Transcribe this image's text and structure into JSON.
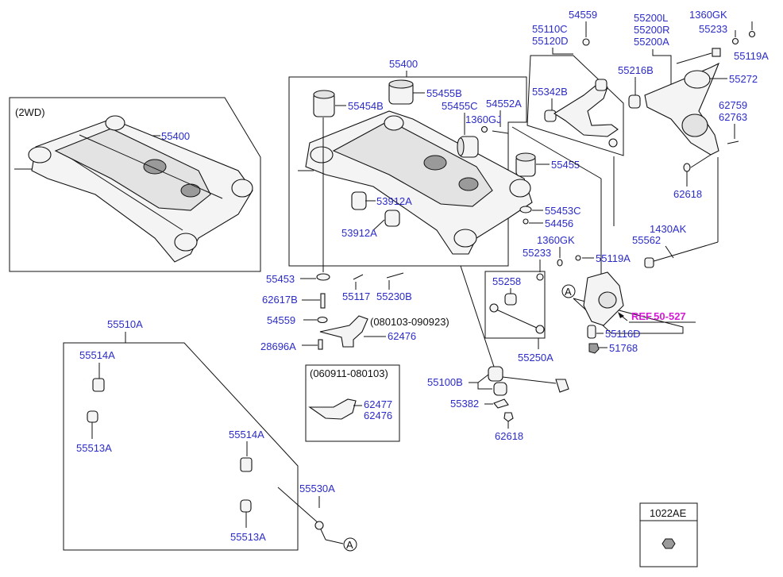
{
  "labels": {
    "wd": "(2WD)",
    "p55400a": "55400",
    "p55400b": "55400",
    "p55454B": "55454B",
    "p55455B": "55455B",
    "p55455C": "55455C",
    "p54552A": "54552A",
    "p1360GJ": "1360GJ",
    "p55455": "55455",
    "p53912A1": "53912A",
    "p53912A2": "53912A",
    "p55453C": "55453C",
    "p54456": "54456",
    "p55453": "55453",
    "p55117": "55117",
    "p55230B": "55230B",
    "p62617B": "62617B",
    "p54559a": "54559",
    "p28696A": "28696A",
    "date1": "(080103-090923)",
    "p62476a": "62476",
    "date2": "(060911-080103)",
    "p62477": "62477",
    "p62476b": "62476",
    "p54559b": "54559",
    "p55110C": "55110C",
    "p55120D": "55120D",
    "p55342B": "55342B",
    "p55200L": "55200L",
    "p55200R": "55200R",
    "p55200A": "55200A",
    "p1360GKa": "1360GK",
    "p55233a": "55233",
    "p55119Aa": "55119A",
    "p55216B": "55216B",
    "p55272": "55272",
    "p62759": "62759",
    "p62763": "62763",
    "p62618a": "62618",
    "p1360GKb": "1360GK",
    "p55233b": "55233",
    "p55119Ab": "55119A",
    "p1430AK": "1430AK",
    "p55562": "55562",
    "p55258": "55258",
    "p55250A": "55250A",
    "ref": "REF.50-527",
    "p55116D": "55116D",
    "p51768": "51768",
    "p55100B": "55100B",
    "p55382": "55382",
    "p62618b": "62618",
    "p55510A": "55510A",
    "p55514A1": "55514A",
    "p55513A1": "55513A",
    "p55514A2": "55514A",
    "p55530A": "55530A",
    "p55513A2": "55513A",
    "p1022AE": "1022AE",
    "markA1": "A",
    "markA2": "A"
  }
}
